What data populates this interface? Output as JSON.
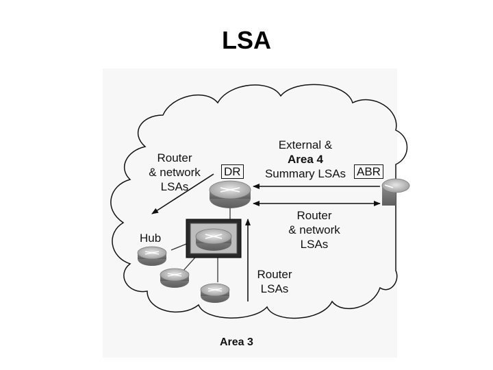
{
  "title": "LSA",
  "diagram": {
    "labels": {
      "router_network_lsas_left": [
        "Router",
        "& network",
        "LSAs"
      ],
      "dr": "DR",
      "abr": "ABR",
      "external": [
        "External &",
        "Area 4",
        "Summary LSAs"
      ],
      "router_network_lsas_right": [
        "Router",
        "& network",
        "LSAs"
      ],
      "hub": "Hub",
      "router_lsas": [
        "Router",
        "LSAs"
      ],
      "area": "Area 3"
    },
    "icons": [
      "router-icon",
      "switch-hub-icon",
      "cloud-shape",
      "arrow"
    ]
  }
}
